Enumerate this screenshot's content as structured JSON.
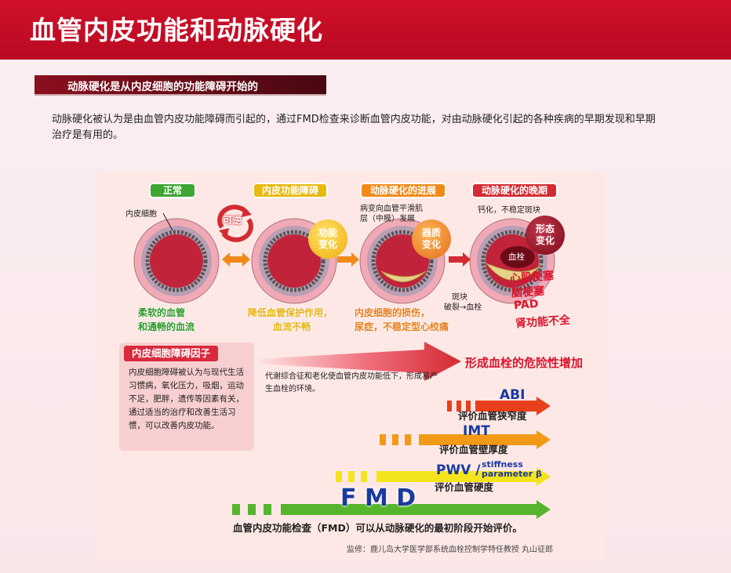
{
  "header": {
    "title": "血管内皮功能和动脉硬化"
  },
  "section": {
    "title": "动脉硬化是从内皮细胞的功能障碍开始的"
  },
  "intro": "动脉硬化被认为是由血管内皮功能障碍而引起的，通过FMD检查来诊断血管内皮功能，对由动脉硬化引起的各种疾病的早期发现和早期治疗是有用的。",
  "stages": [
    {
      "label": "正常",
      "caption1": "柔软的血管",
      "caption2": "和通畅的血流"
    },
    {
      "label": "内皮功能障碍",
      "caption1": "降低血管保护作用，",
      "caption2": "血流不畅"
    },
    {
      "label": "动脉硬化的进展",
      "caption1": "内皮细胞的损伤，",
      "caption2": "尿症，不稳定型心绞痛"
    },
    {
      "label": "动脉硬化的晚期"
    }
  ],
  "labels": {
    "endothelial_cell": "内皮细胞",
    "reversible": "可逆",
    "lesion_line1": "病变向血管平滑肌",
    "lesion_line2": "层（中膜）发展",
    "calcification": "钙化，不稳定斑块",
    "plaque_line1": "斑块",
    "plaque_line2": "破裂→血栓",
    "thrombus": "血栓"
  },
  "badges": {
    "functional": [
      "功能",
      "变化"
    ],
    "qualitative": [
      "器质",
      "变化"
    ],
    "morphological": [
      "形态",
      "变化"
    ]
  },
  "diseases": [
    "心肌梗塞",
    "脑梗塞",
    "PAD",
    "肾功能不全"
  ],
  "factor": {
    "title": "内皮细胞障碍因子",
    "body": "内皮细胞障碍被认为与现代生活习惯病，氧化压力，吸烟，运动不足，肥胖，遗传等因素有关，通过适当的治疗和改善生活习惯，可以改善内皮功能。"
  },
  "risk": {
    "text": "代谢综合征和老化使血管内皮功能低下，形成易产生血栓的环境。",
    "label": "形成血栓的危险性增加"
  },
  "tests": [
    {
      "name": "ABI",
      "caption": "评价血管狭窄度",
      "color": "#e8401c"
    },
    {
      "name": "IMT",
      "caption": "评价血管壁厚度",
      "color": "#f29a17"
    },
    {
      "name": "PWV /",
      "name_extra1": "stiffness",
      "name_extra2": "parameter β",
      "caption": "评价血管硬度",
      "color": "#f4e41c"
    },
    {
      "name": "F M D",
      "caption": "血管内皮功能检查（FMD）可以从动脉硬化的最初阶段开始评价。",
      "color": "#55b52d"
    }
  ],
  "supervisor": "监修：鹿儿岛大学医学部系统血栓控制学特任教授 丸山征郎"
}
